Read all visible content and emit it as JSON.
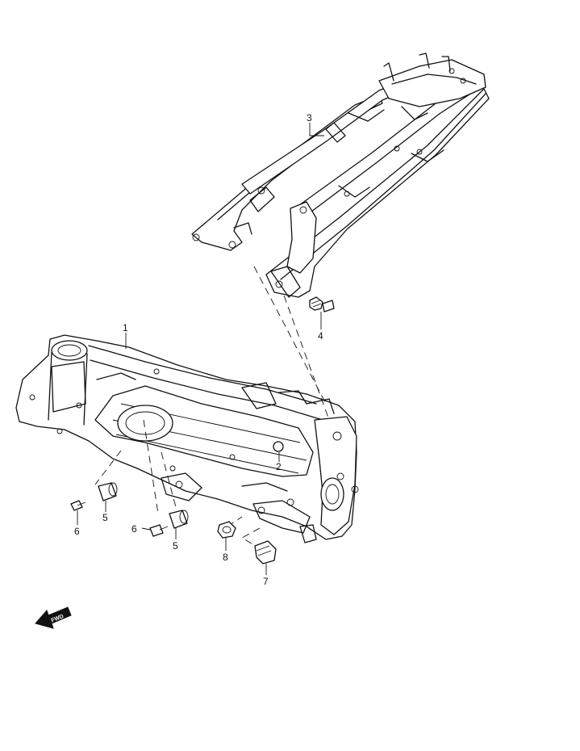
{
  "callouts": [
    {
      "id": "1",
      "label": "1"
    },
    {
      "id": "2",
      "label": "2"
    },
    {
      "id": "3",
      "label": "3"
    },
    {
      "id": "4",
      "label": "4"
    },
    {
      "id": "5a",
      "label": "5"
    },
    {
      "id": "5b",
      "label": "5"
    },
    {
      "id": "6a",
      "label": "6"
    },
    {
      "id": "6b",
      "label": "6"
    },
    {
      "id": "7",
      "label": "7"
    },
    {
      "id": "8",
      "label": "8"
    }
  ],
  "direction_badge": {
    "label": "FWD",
    "icon": "forward-arrow-icon"
  }
}
